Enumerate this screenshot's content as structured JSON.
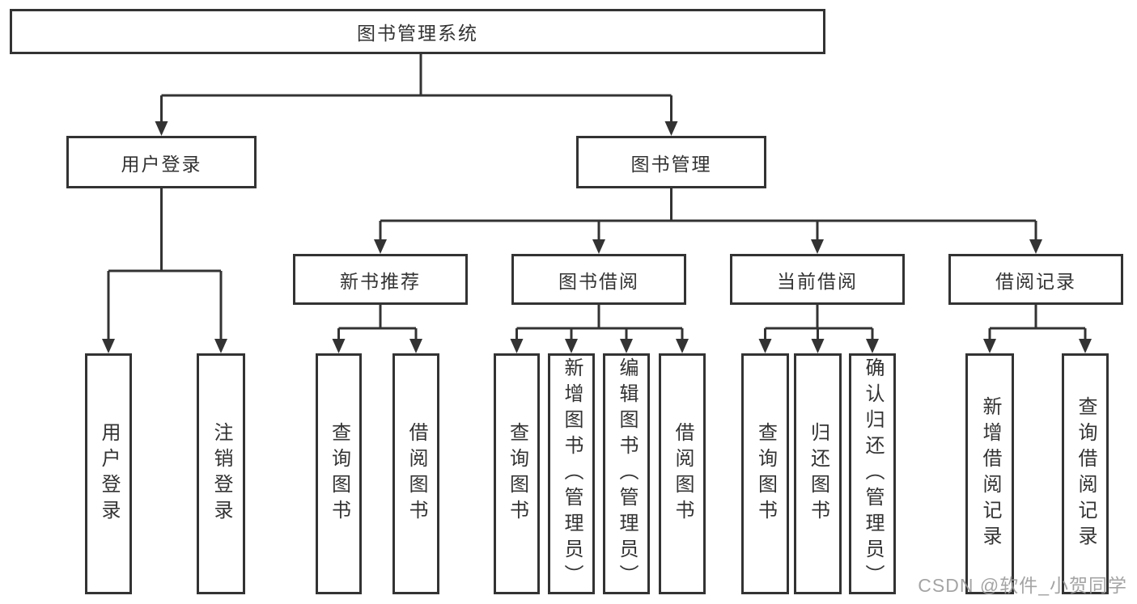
{
  "diagram": {
    "root": {
      "label": "图书管理系统"
    },
    "level2": [
      {
        "label": "用户登录"
      },
      {
        "label": "图书管理"
      }
    ],
    "level3": [
      {
        "label": "新书推荐"
      },
      {
        "label": "图书借阅"
      },
      {
        "label": "当前借阅"
      },
      {
        "label": "借阅记录"
      }
    ],
    "leaves": [
      {
        "label": "用户登录"
      },
      {
        "label": "注销登录"
      },
      {
        "label": "查询图书"
      },
      {
        "label": "借阅图书"
      },
      {
        "label": "查询图书"
      },
      {
        "label": "新增图书（管理员）"
      },
      {
        "label": "编辑图书（管理员）"
      },
      {
        "label": "借阅图书"
      },
      {
        "label": "查询图书"
      },
      {
        "label": "归还图书"
      },
      {
        "label": "确认归还（管理员）"
      },
      {
        "label": "新增借阅记录"
      },
      {
        "label": "查询借阅记录"
      }
    ]
  },
  "watermark": {
    "text": "CSDN @软件_小贺同学"
  },
  "colors": {
    "line": "#333333",
    "text": "#333333",
    "box_background": "#ffffff",
    "page_background": "#ffffff",
    "watermark": "#9a9a9a"
  }
}
